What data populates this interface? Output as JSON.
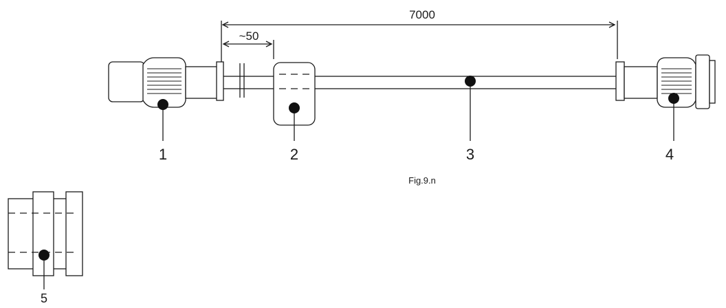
{
  "dimensions": {
    "total_length": "7000",
    "offset": "~50"
  },
  "callouts": [
    "1",
    "2",
    "3",
    "4",
    "5"
  ],
  "caption": "Fig.9.n",
  "colors": {
    "stroke": "#1a1a1a",
    "fill": "#ffffff",
    "dot": "#111111"
  }
}
